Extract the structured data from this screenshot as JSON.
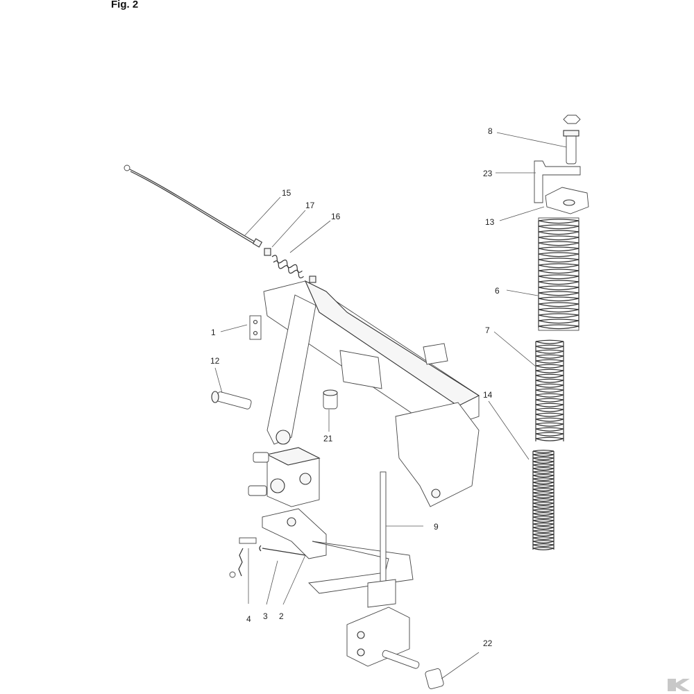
{
  "figure": {
    "title": "Fig. 2"
  },
  "callouts": [
    {
      "id": "c1",
      "label": "1"
    },
    {
      "id": "c2",
      "label": "2"
    },
    {
      "id": "c3",
      "label": "3"
    },
    {
      "id": "c4",
      "label": "4"
    },
    {
      "id": "c6",
      "label": "6"
    },
    {
      "id": "c7",
      "label": "7"
    },
    {
      "id": "c8",
      "label": "8"
    },
    {
      "id": "c9",
      "label": "9"
    },
    {
      "id": "c12",
      "label": "12"
    },
    {
      "id": "c13",
      "label": "13"
    },
    {
      "id": "c14",
      "label": "14"
    },
    {
      "id": "c15",
      "label": "15"
    },
    {
      "id": "c16",
      "label": "16"
    },
    {
      "id": "c17",
      "label": "17"
    },
    {
      "id": "c21",
      "label": "21"
    },
    {
      "id": "c22",
      "label": "22"
    },
    {
      "id": "c23",
      "label": "23"
    }
  ],
  "brand": {
    "icon": "k-logo-icon",
    "color": "#c8c8c8"
  }
}
